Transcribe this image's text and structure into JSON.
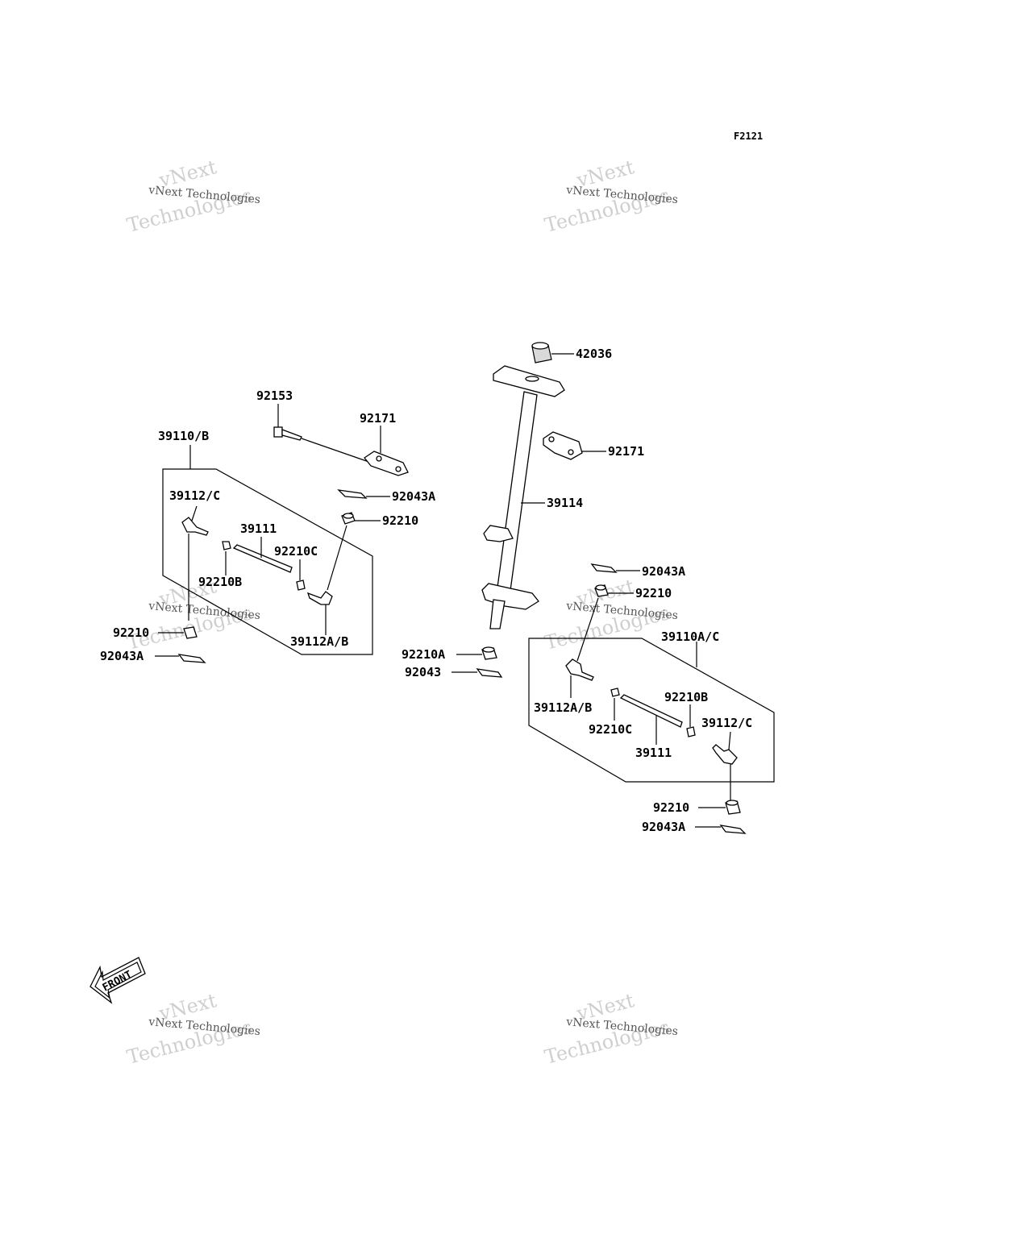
{
  "diagram_code": "F2121",
  "watermark": {
    "big_top": "vNext",
    "big_bottom": "Technologies",
    "small": "vNext Technologies"
  },
  "front_label": "FRONT",
  "labels": {
    "p42036": "42036",
    "p92153": "92153",
    "p92171_left": "92171",
    "p92171_right": "92171",
    "p39110_b": "39110/B",
    "p39112_c_left": "39112/C",
    "p92043a_left_top": "92043A",
    "p92210_left_top": "92210",
    "p39114": "39114",
    "p39111_left": "39111",
    "p92210c_left": "92210C",
    "p92210b_left": "92210B",
    "p39112ab_left": "39112A/B",
    "p92210_left_bottom": "92210",
    "p92043a_left_bottom": "92043A",
    "p92043a_right_top": "92043A",
    "p92210_right_top": "92210",
    "p92210a": "92210A",
    "p92043": "92043",
    "p39110ac": "39110A/C",
    "p39112ab_right": "39112A/B",
    "p92210b_right": "92210B",
    "p39112c_right": "39112/C",
    "p92210c_right": "92210C",
    "p39111_right": "39111",
    "p92210_right_bottom": "92210",
    "p92043a_right_bottom": "92043A"
  }
}
